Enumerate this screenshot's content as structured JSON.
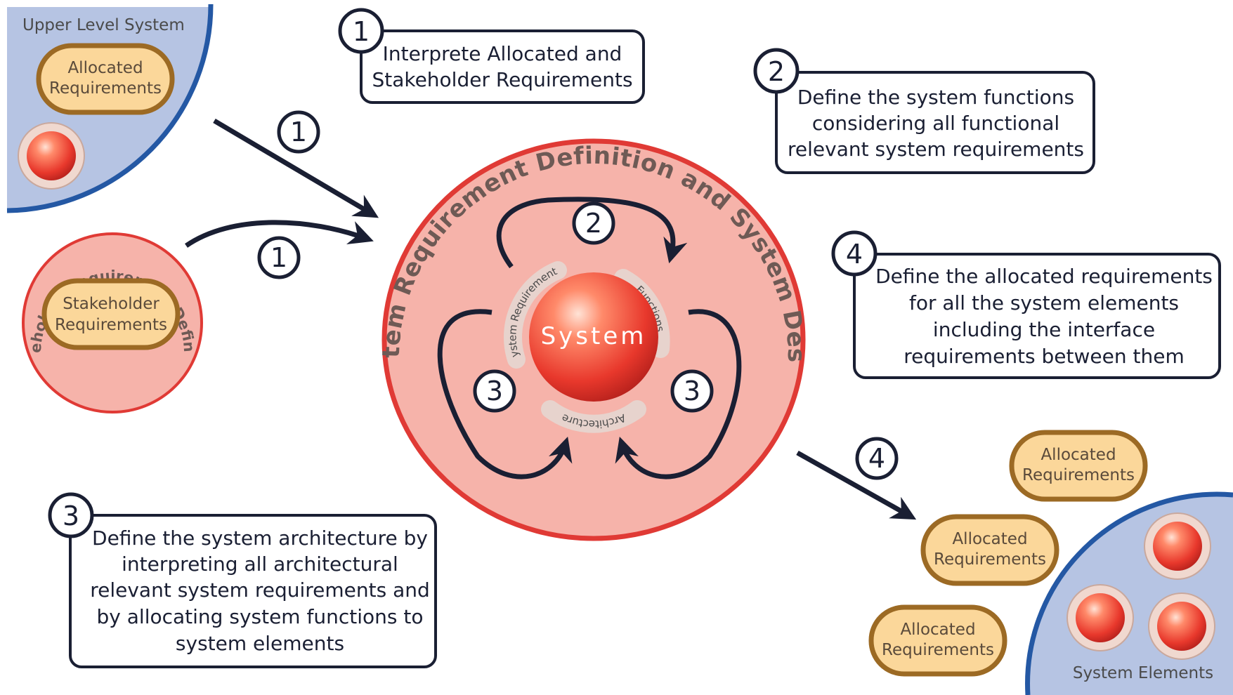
{
  "upper_level_system": {
    "title": "Upper Level System",
    "allocated_req_l1": "Allocated",
    "allocated_req_l2": "Requirements"
  },
  "stakeholder_definition": {
    "arc_label": "Stakeholder Requirement Definition",
    "req_l1": "Stakeholder",
    "req_l2": "Requirements"
  },
  "center": {
    "arc_label": "System Requirement Definition and System Design",
    "system_label": "System",
    "segment_requirements": "System Requirements",
    "segment_functions": "Functions",
    "segment_architecture": "Architecture",
    "step2": "2",
    "step3_left": "3",
    "step3_right": "3"
  },
  "arrows": {
    "step1_a": "1",
    "step1_b": "1",
    "step4": "4"
  },
  "callouts": {
    "c1": {
      "num": "1",
      "lines": [
        "Interprete Allocated and",
        "Stakeholder Requirements"
      ]
    },
    "c2": {
      "num": "2",
      "lines": [
        "Define the system functions",
        "considering all functional",
        "relevant system requirements"
      ]
    },
    "c3": {
      "num": "3",
      "lines": [
        "Define the system architecture by",
        "interpreting all architectural",
        "relevant system requirements and",
        "by allocating system functions to",
        "system elements"
      ]
    },
    "c4": {
      "num": "4",
      "lines": [
        "Define the allocated requirements",
        "for all the system elements",
        "including the interface",
        "requirements between them"
      ]
    }
  },
  "allocated_pills": [
    {
      "l1": "Allocated",
      "l2": "Requirements"
    },
    {
      "l1": "Allocated",
      "l2": "Requirements"
    },
    {
      "l1": "Allocated",
      "l2": "Requirements"
    }
  ],
  "system_elements": {
    "title": "System Elements"
  },
  "colors": {
    "dark_navy": "#1a1f33",
    "blue_region": "#b6c4e3",
    "blue_edge": "#2458a4",
    "pink_fill": "#f6b3aa",
    "red_edge": "#e03a35",
    "pill_fill": "#fbd79a",
    "pill_edge": "#9c6a24"
  }
}
